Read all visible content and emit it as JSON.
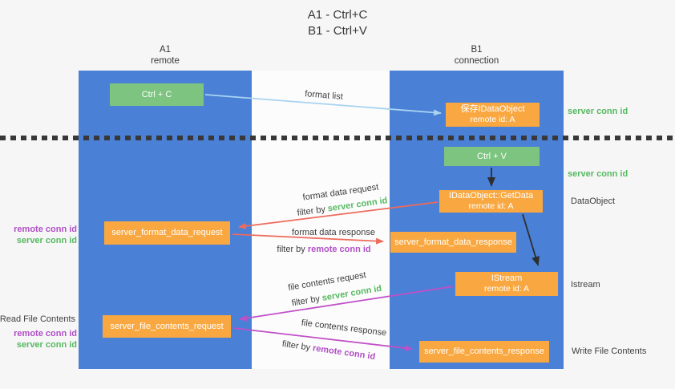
{
  "title": {
    "line1": "A1 - Ctrl+C",
    "line2": "B1 - Ctrl+V"
  },
  "columns": {
    "a": {
      "name": "A1",
      "subtitle": "remote"
    },
    "b": {
      "name": "B1",
      "subtitle": "connection"
    }
  },
  "boxes": {
    "ctrl_c": "Ctrl + C",
    "ctrl_v": "Ctrl + V",
    "save_dataobject_line1": "保存IDataObject",
    "save_dataobject_line2": "remote id: A",
    "getdata_line1": "IDataObject::GetData",
    "getdata_line2": "remote id: A",
    "istream_line1": "IStream",
    "istream_line2": "remote id: A",
    "format_request": "server_format_data_request",
    "format_response": "server_format_data_response",
    "file_request": "server_file_contents_request",
    "file_response": "server_file_contents_response"
  },
  "labels": {
    "format_list": "format list",
    "format_data_request": "format data request",
    "format_data_response": "format data response",
    "file_contents_request": "file contents request",
    "file_contents_response": "file contents response",
    "filter_by": "filter by",
    "server_conn_id": "server conn id",
    "remote_conn_id": "remote conn id"
  },
  "side_labels": {
    "server_conn_id_top": "server conn id",
    "server_conn_id_mid": "server conn id",
    "dataobject": "DataObject",
    "istream": "Istream",
    "write_file_contents": "Write File Contents",
    "read_file_contents": "Read File Contents",
    "remote_conn_id": "remote conn id",
    "server_conn_id": "server conn id"
  },
  "colors": {
    "page_bg": "#f6f6f6",
    "strip_bg": "#fcfcfc",
    "column_blue": "#4a80d5",
    "green_box": "#7cc480",
    "orange_box": "#f9a841",
    "green_text": "#56b961",
    "purple_text": "#b14fc6",
    "red_arrow": "#ee6a5c",
    "magenta_arrow": "#c050c8",
    "blue_arrow": "#a9d3f1",
    "black_arrow": "#2e2e2e",
    "dark_text": "#3d3d3d"
  }
}
